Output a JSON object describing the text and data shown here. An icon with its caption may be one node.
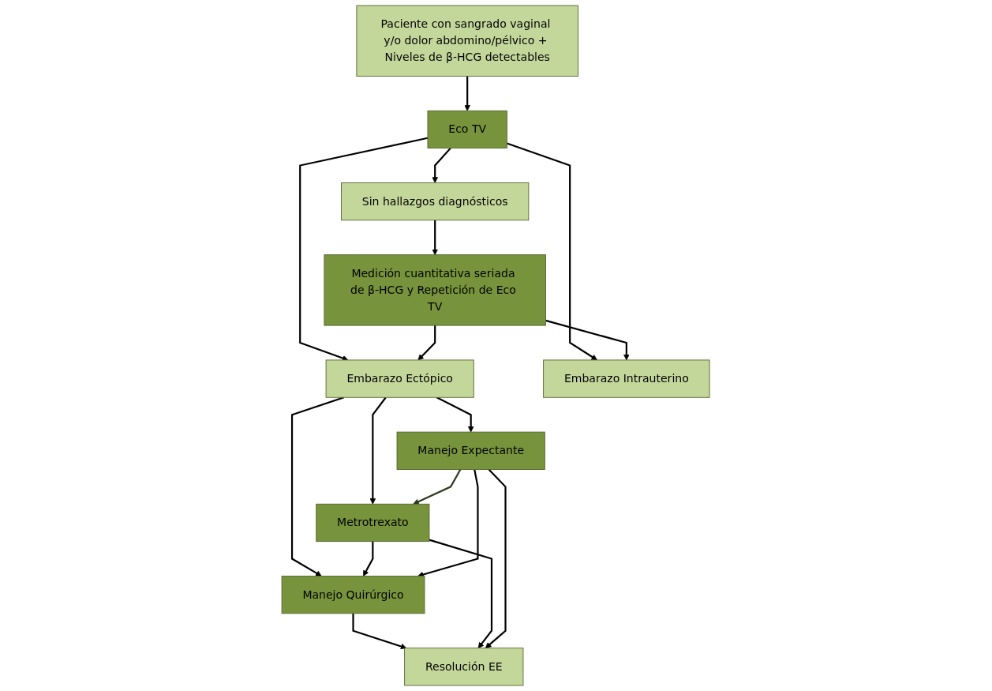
{
  "diagram": {
    "nodes": [
      {
        "text": [
          "Paciente con sangrado vaginal y/o dolor abdomino/pélvico + Niveles de β-HCG detectables"
        ]
      },
      {
        "text": [
          "Eco TV"
        ]
      },
      {
        "text": [
          "Embarazo Ectópico"
        ]
      },
      {
        "text": [
          "Sin hallazgos diagnósticos"
        ]
      },
      {
        "text": [
          "Embarazo Intrauterino"
        ]
      },
      {
        "text": [
          "Metrotrexato"
        ]
      },
      {
        "text": [
          "Manejo Quirúrgico"
        ]
      },
      {
        "text": [
          "Manejo Expectante"
        ]
      },
      {
        "text": [
          "Medición cuantitativa seriada de β-HCG y Repetición de Eco TV"
        ]
      },
      {
        "text": [
          "Resolución EE"
        ]
      }
    ],
    "edges": [
      {
        "from": 0,
        "to": 1,
        "arrow": "to"
      },
      {
        "from": 1,
        "to": 2,
        "arrow": "to"
      },
      {
        "from": 1,
        "to": 3,
        "arrow": "to"
      },
      {
        "from": 1,
        "to": 4,
        "arrow": "to"
      },
      {
        "from": 2,
        "to": 5,
        "arrow": "to"
      },
      {
        "from": 2,
        "to": 6,
        "arrow": "to"
      },
      {
        "from": 2,
        "to": 7,
        "arrow": "to"
      },
      {
        "from": 3,
        "to": 8,
        "arrow": "to"
      },
      {
        "from": 8,
        "to": 2,
        "arrow": "to"
      },
      {
        "from": 8,
        "to": 4,
        "arrow": "to"
      },
      {
        "from": 5,
        "to": 6,
        "arrow": "to"
      },
      {
        "from": 7,
        "to": 6,
        "arrow": "to"
      },
      {
        "from": 7,
        "to": 5,
        "arrow": "to",
        "color": "#2d3b1e"
      },
      {
        "from": 6,
        "to": 9,
        "arrow": "to"
      },
      {
        "from": 5,
        "to": 9,
        "arrow": "to"
      },
      {
        "from": 7,
        "to": 9,
        "arrow": "to"
      }
    ]
  }
}
